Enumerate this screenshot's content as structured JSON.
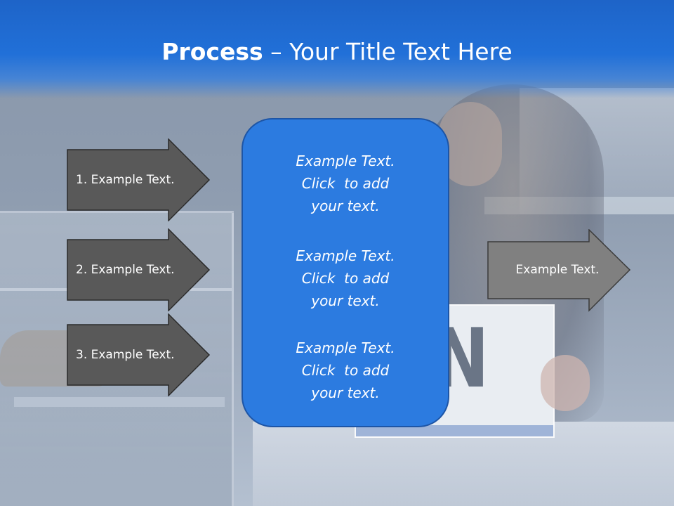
{
  "slide": {
    "title_bold": "Process",
    "title_rest": " – Your Title Text Here",
    "left_arrows": [
      {
        "label": "1. Example Text."
      },
      {
        "label": "2. Example Text."
      },
      {
        "label": "3. Example Text."
      }
    ],
    "center_box": {
      "blocks": [
        {
          "text": "Example Text.\nClick  to add\nyour text."
        },
        {
          "text": "Example Text.\nClick  to add\nyour text."
        },
        {
          "text": "Example Text.\nClick  to add\nyour text."
        }
      ]
    },
    "right_arrow": {
      "label": "Example Text."
    },
    "background_sign_text": "PEN"
  },
  "colors": {
    "title_band": "#2170d8",
    "center_box_fill": "#2c7be0",
    "center_box_border": "#1d55a6",
    "left_arrow_fill": "#595959",
    "right_arrow_fill": "#808080"
  }
}
